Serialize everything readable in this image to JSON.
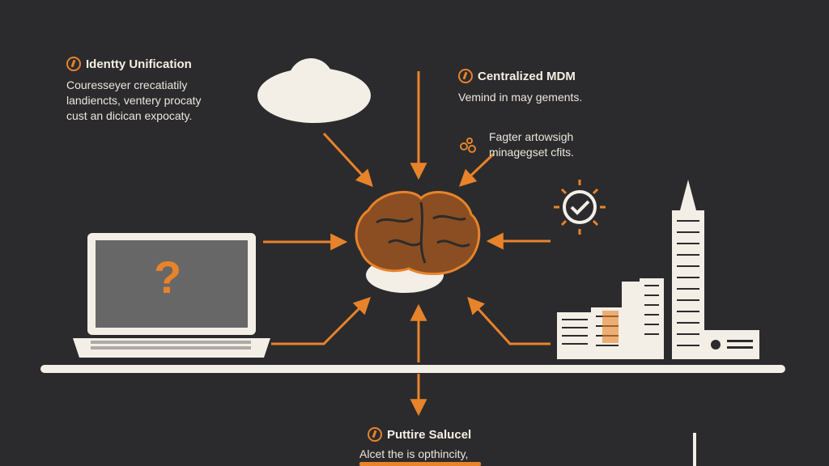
{
  "colors": {
    "background": "#2b2b2d",
    "accent": "#e8832a",
    "light": "#f5efe4"
  },
  "labels": {
    "top_left": {
      "title": "Identty Unification",
      "lines": [
        "Couresseyer crecatiatily",
        "landiencts, ventery procaty",
        "cust an dicican expocaty."
      ]
    },
    "top_center": {
      "title": "Centralized MDM",
      "lines": [
        "Vemind in may gements."
      ]
    },
    "right_note": {
      "lines": [
        "Fagter artowsigh",
        "minagegset cfits."
      ]
    },
    "bottom": {
      "title": "Puttire Salucel",
      "lines": [
        "Alcet the is opthincity,"
      ]
    }
  },
  "laptop": {
    "screen_glyph": "?"
  },
  "icons": [
    "cloud-icon",
    "brain-icon",
    "laptop-icon",
    "check-gear-icon",
    "buildings-icon",
    "people-icon"
  ]
}
